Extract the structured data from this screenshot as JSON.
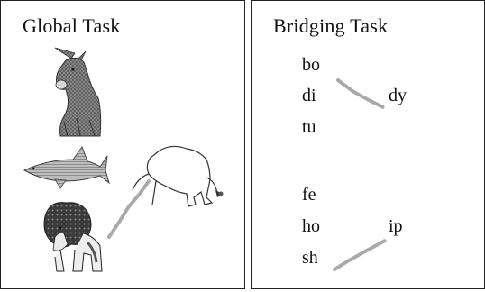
{
  "global_task": {
    "title": "Global Task",
    "pictures": [
      "donkey",
      "shark",
      "lion",
      "lioness"
    ]
  },
  "bridging_task": {
    "title": "Bridging Task",
    "group1": [
      "bo",
      "di",
      "tu",
      "dy"
    ],
    "group2": [
      "fe",
      "ho",
      "sh",
      "ip"
    ]
  },
  "colors": {
    "line": "#aaaaaa",
    "border": "#222222"
  }
}
